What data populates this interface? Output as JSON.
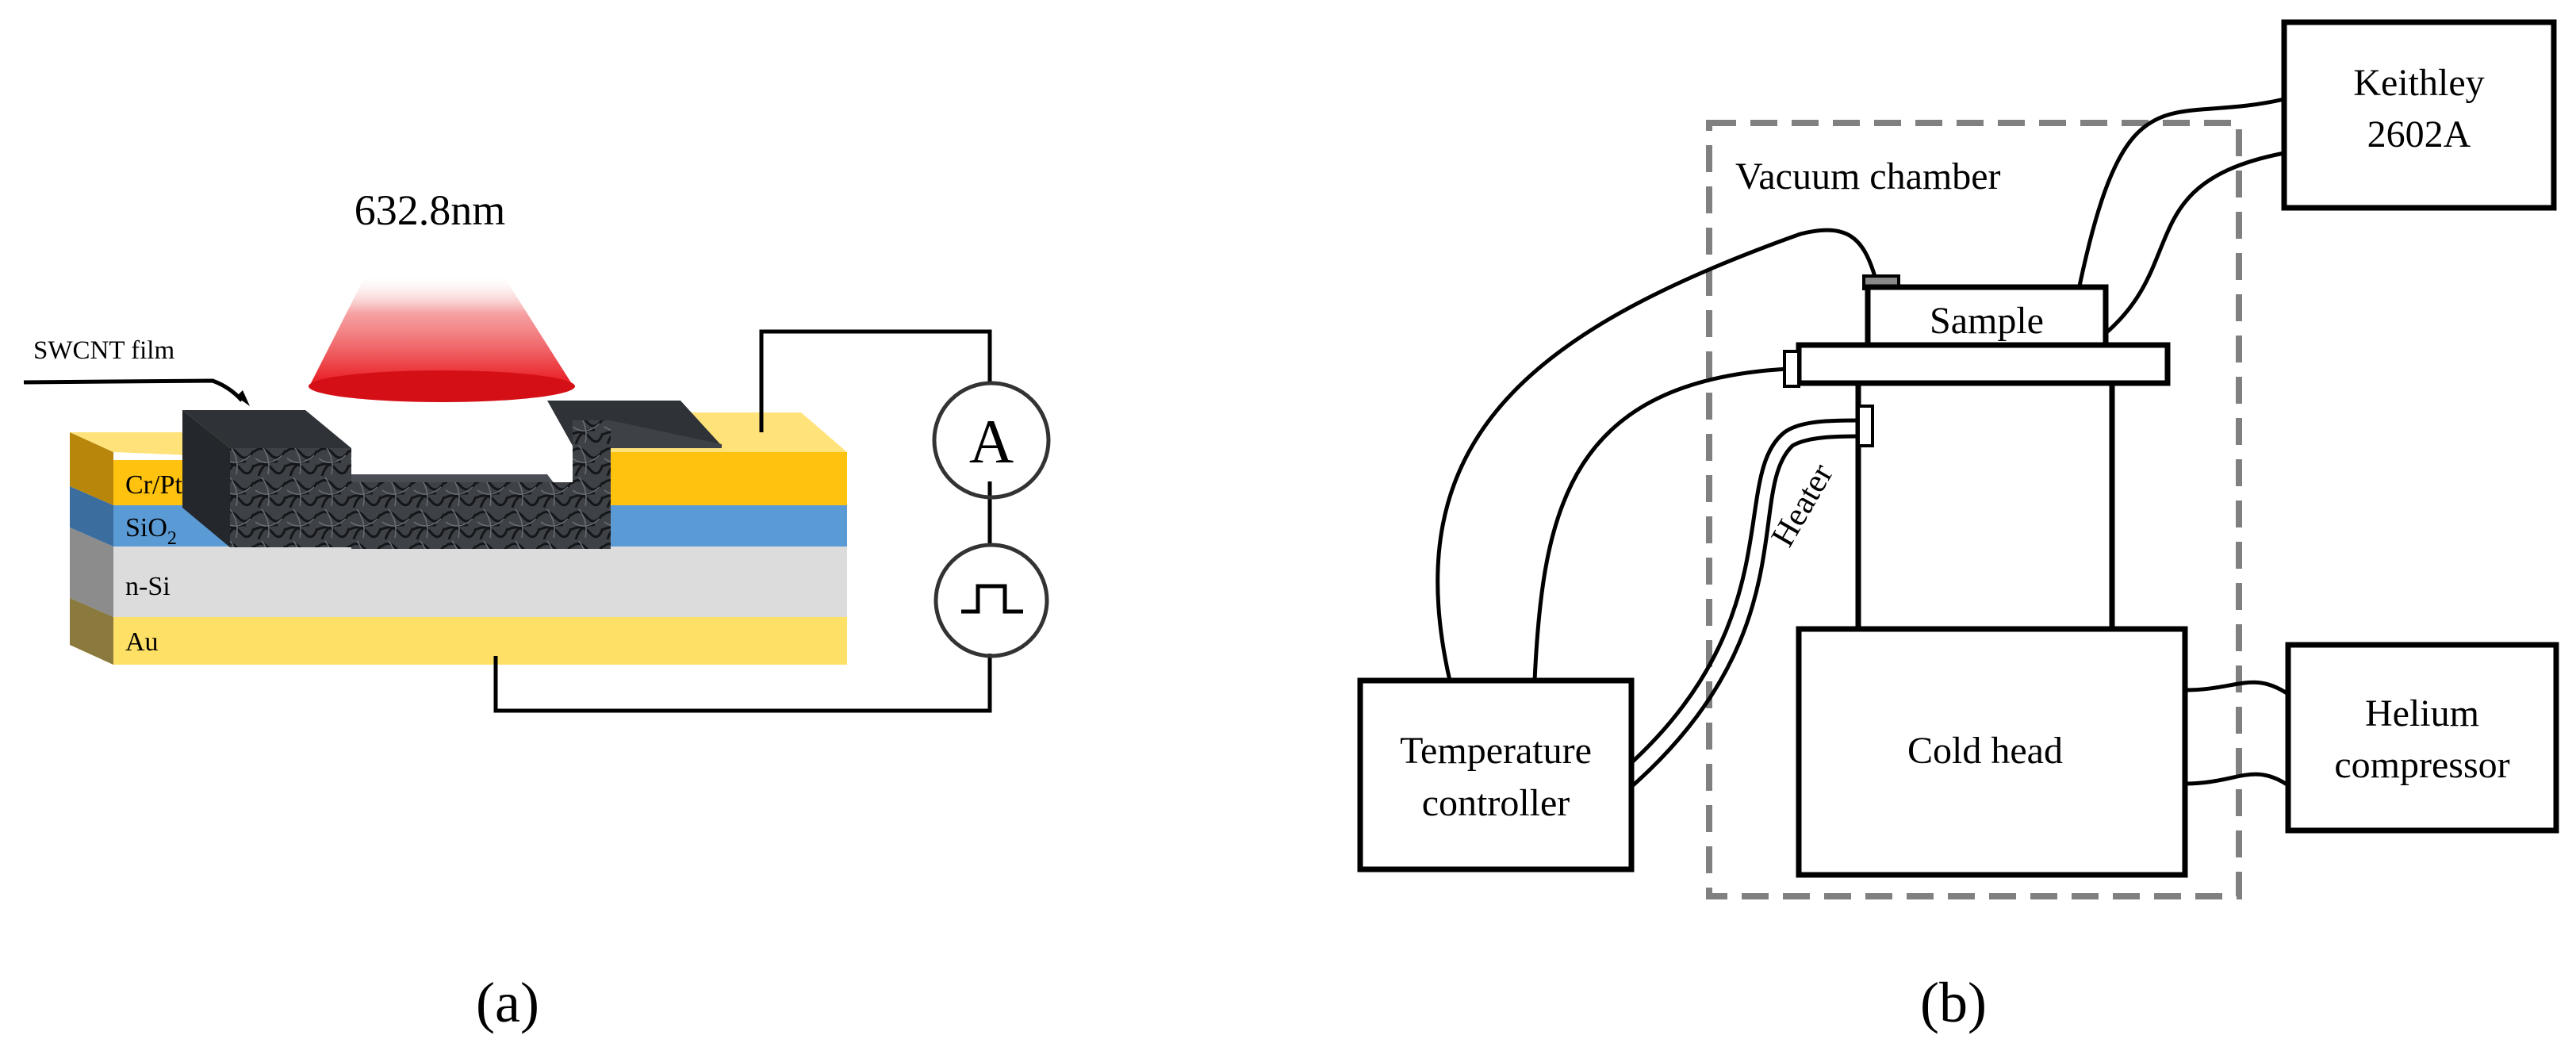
{
  "panel_a": {
    "wavelength": "632.8nm",
    "film_label": "SWCNT film",
    "layers": {
      "crpt": "Cr/Pt",
      "sio2_main": "SiO",
      "sio2_sub": "2",
      "nsi": "n-Si",
      "au": "Au"
    },
    "ammeter": "A",
    "caption": "(a)"
  },
  "panel_b": {
    "keithley_line1": "Keithley",
    "keithley_line2": "2602A",
    "vacuum_chamber": "Vacuum chamber",
    "sample": "Sample",
    "heater": "Heater",
    "cold_head": "Cold head",
    "temp_line1": "Temperature",
    "temp_line2": "controller",
    "helium_line1": "Helium",
    "helium_line2": "compressor",
    "caption": "(b)"
  },
  "colors": {
    "gold": "#FFC20E",
    "gold_light": "#FFE37A",
    "sio2_blue": "#5B9BD5",
    "silicon_gray": "#DCDCDC",
    "au_yellow": "#FFE066",
    "swcnt_dark": "#3E4247",
    "laser_red": "#E8141B",
    "chamber_dash": "#808080"
  }
}
